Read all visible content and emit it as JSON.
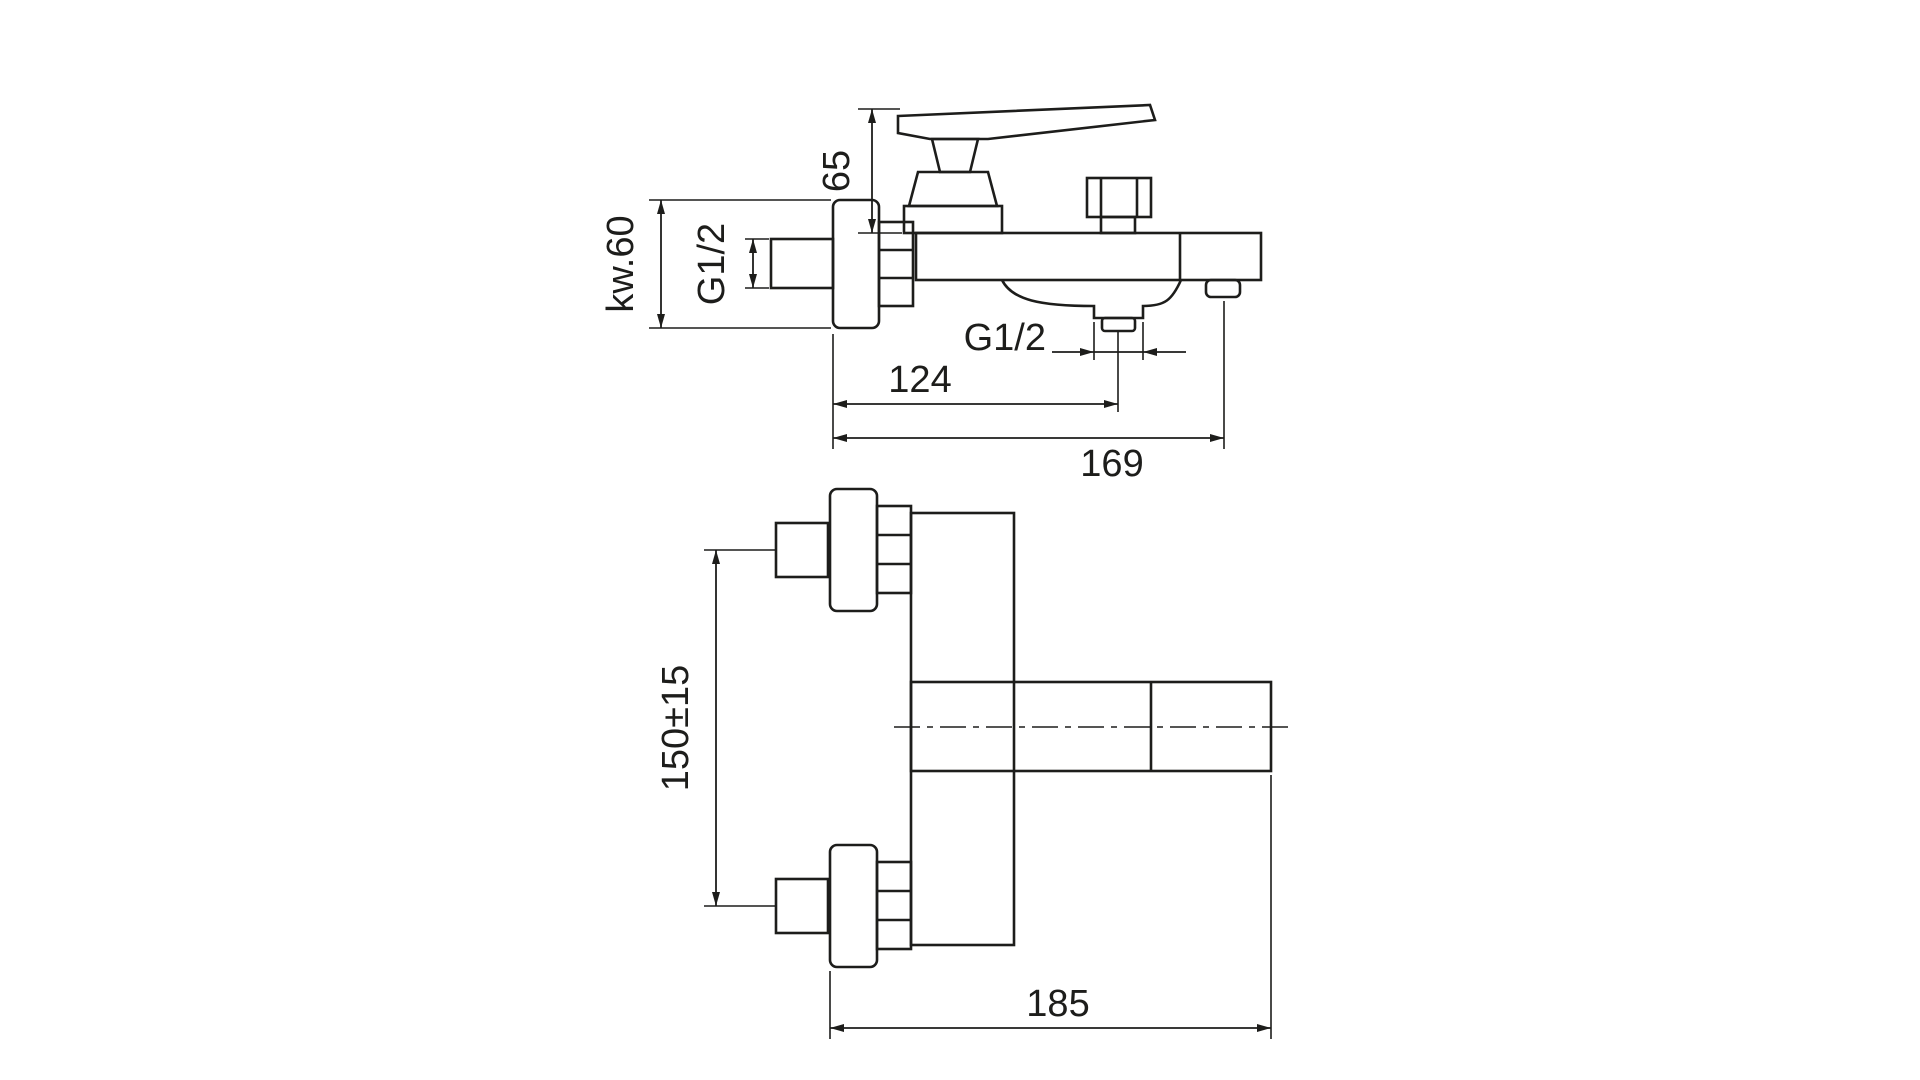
{
  "page": {
    "background": "#ffffff",
    "line_color": "#1d1d1b"
  },
  "drawing": {
    "labels": {
      "handle_height": "65",
      "wrench_size": "kw.60",
      "inlet_thread": "G1/2",
      "outlet_thread": "G1/2",
      "outlet_offset": "124",
      "overall_depth": "169",
      "inlet_spacing": "150±15",
      "overall_width": "185"
    }
  }
}
